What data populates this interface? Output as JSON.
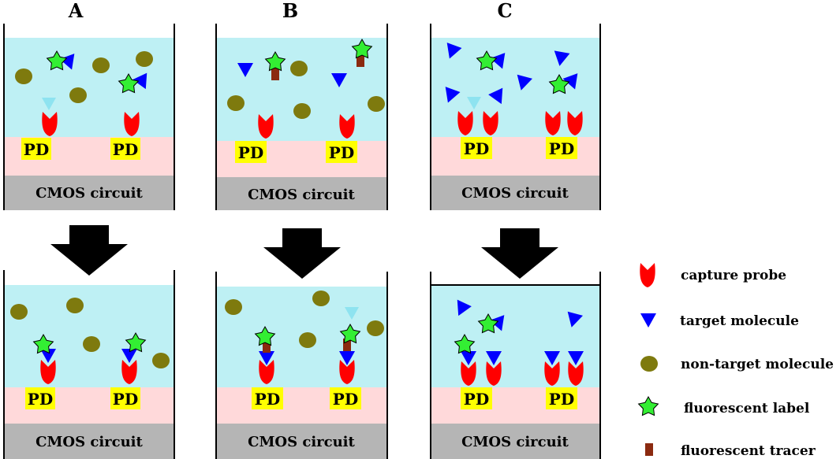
{
  "panels": [
    {
      "label": "A",
      "cmos_text": "CMOS circuit",
      "pd_text": "PD"
    },
    {
      "label": "B",
      "cmos_text": "CMOS circuit",
      "pd_text": "PD"
    },
    {
      "label": "C",
      "cmos_text": "CMOS circuit",
      "pd_text": "PD"
    }
  ],
  "legend": {
    "capture_probe": "capture probe",
    "target_molecule": "target molecule",
    "non_target_molecule": "non-target molecule",
    "fluorescent_label": "fluorescent  label",
    "fluorescent_tracer": "fluorescent tracer"
  },
  "colors": {
    "solution": "#BEF0F4",
    "substrate": "#FFD9DA",
    "cmos": "#B5B5B5",
    "pd": "#FFFF00",
    "probe": "#FF0000",
    "target": "#0000FF",
    "target_faded": "#8EE3F0",
    "non_target": "#7E7A0E",
    "label": "#33EE33",
    "tracer": "#8B2A10",
    "arrow": "#000000"
  },
  "icons": [
    "capture-probe-icon",
    "target-molecule-icon",
    "non-target-molecule-icon",
    "fluorescent-label-icon",
    "fluorescent-tracer-icon",
    "down-arrow-icon"
  ]
}
